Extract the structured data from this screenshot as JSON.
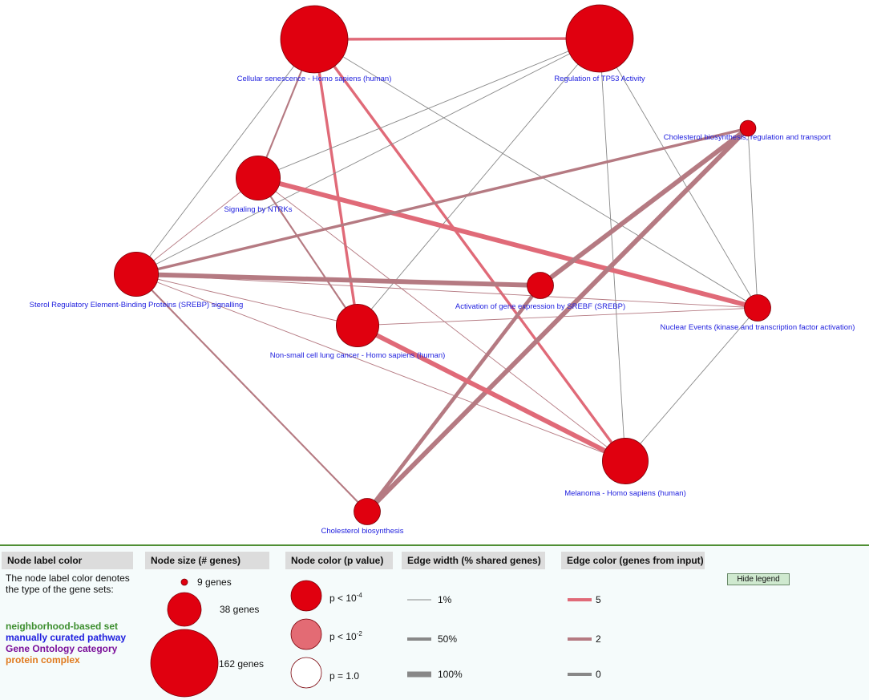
{
  "colors": {
    "node_fill": "#e0000f",
    "node_stroke": "#7a0008",
    "label_text": "#1d1dde",
    "edge_strong": "#e06a78",
    "edge_medium": "#b57a82",
    "edge_weak": "#888888",
    "legend_bg": "#f5fbfb",
    "divider": "#4f8f34"
  },
  "graph": {
    "nodes": [
      {
        "id": "cellular-senescence",
        "label": "Cellular senescence - Homo sapiens (human)",
        "genes": 162
      },
      {
        "id": "tp53",
        "label": "Regulation of TP53 Activity",
        "genes": 162
      },
      {
        "id": "cholesterol-regulation",
        "label": "Cholesterol biosynthesis, regulation and transport",
        "genes": 9
      },
      {
        "id": "ntrks",
        "label": "Signaling by NTRKs",
        "genes": 70
      },
      {
        "id": "srebp",
        "label": "Sterol Regulatory Element-Binding Proteins (SREBP) signalling",
        "genes": 70
      },
      {
        "id": "srebf",
        "label": "Activation of gene expression by SREBF (SREBP)",
        "genes": 25
      },
      {
        "id": "nsclc",
        "label": "Non-small cell lung cancer - Homo sapiens (human)",
        "genes": 65
      },
      {
        "id": "nuclear-events",
        "label": "Nuclear Events (kinase and transcription factor activation)",
        "genes": 25
      },
      {
        "id": "melanoma",
        "label": "Melanoma - Homo sapiens (human)",
        "genes": 75
      },
      {
        "id": "cholesterol-biosynthesis",
        "label": "Cholesterol biosynthesis",
        "genes": 25
      }
    ],
    "edges": [
      {
        "source": "cellular-senescence",
        "target": "tp53",
        "weight": 3,
        "input_genes": 5
      },
      {
        "source": "cellular-senescence",
        "target": "ntrks",
        "weight": 2,
        "input_genes": 2
      },
      {
        "source": "cellular-senescence",
        "target": "srebp",
        "weight": 1,
        "input_genes": 0
      },
      {
        "source": "cellular-senescence",
        "target": "nsclc",
        "weight": 3,
        "input_genes": 5
      },
      {
        "source": "cellular-senescence",
        "target": "melanoma",
        "weight": 3,
        "input_genes": 5
      },
      {
        "source": "cellular-senescence",
        "target": "nuclear-events",
        "weight": 1,
        "input_genes": 0
      },
      {
        "source": "tp53",
        "target": "ntrks",
        "weight": 1,
        "input_genes": 0
      },
      {
        "source": "tp53",
        "target": "srebp",
        "weight": 1,
        "input_genes": 0
      },
      {
        "source": "tp53",
        "target": "nsclc",
        "weight": 1,
        "input_genes": 0
      },
      {
        "source": "tp53",
        "target": "melanoma",
        "weight": 1,
        "input_genes": 0
      },
      {
        "source": "tp53",
        "target": "nuclear-events",
        "weight": 1,
        "input_genes": 0
      },
      {
        "source": "ntrks",
        "target": "nuclear-events",
        "weight": 5,
        "input_genes": 5
      },
      {
        "source": "ntrks",
        "target": "nsclc",
        "weight": 2,
        "input_genes": 2
      },
      {
        "source": "ntrks",
        "target": "srebp",
        "weight": 1,
        "input_genes": 2
      },
      {
        "source": "ntrks",
        "target": "melanoma",
        "weight": 1,
        "input_genes": 2
      },
      {
        "source": "srebp",
        "target": "cholesterol-regulation",
        "weight": 3,
        "input_genes": 2
      },
      {
        "source": "srebp",
        "target": "srebf",
        "weight": 5,
        "input_genes": 2
      },
      {
        "source": "srebp",
        "target": "nsclc",
        "weight": 1,
        "input_genes": 2
      },
      {
        "source": "srebp",
        "target": "nuclear-events",
        "weight": 1,
        "input_genes": 2
      },
      {
        "source": "srebp",
        "target": "melanoma",
        "weight": 1,
        "input_genes": 2
      },
      {
        "source": "srebp",
        "target": "cholesterol-biosynthesis",
        "weight": 2,
        "input_genes": 2
      },
      {
        "source": "cholesterol-regulation",
        "target": "srebf",
        "weight": 5,
        "input_genes": 2
      },
      {
        "source": "cholesterol-regulation",
        "target": "cholesterol-biosynthesis",
        "weight": 5,
        "input_genes": 2
      },
      {
        "source": "cholesterol-regulation",
        "target": "nuclear-events",
        "weight": 1,
        "input_genes": 0
      },
      {
        "source": "srebf",
        "target": "cholesterol-biosynthesis",
        "weight": 4,
        "input_genes": 2
      },
      {
        "source": "nsclc",
        "target": "melanoma",
        "weight": 5,
        "input_genes": 5
      },
      {
        "source": "nsclc",
        "target": "nuclear-events",
        "weight": 1,
        "input_genes": 2
      },
      {
        "source": "nuclear-events",
        "target": "melanoma",
        "weight": 1,
        "input_genes": 0
      }
    ]
  },
  "legend": {
    "label_color": {
      "header": "Node label color",
      "description": "The node label color denotes the type of the gene sets:",
      "types": [
        {
          "name": "neighborhood-based set",
          "color": "#3c8e2e"
        },
        {
          "name": "manually curated pathway",
          "color": "#1d1dde"
        },
        {
          "name": "Gene Ontology category",
          "color": "#7a0f9a"
        },
        {
          "name": "protein complex",
          "color": "#e07a1e"
        }
      ]
    },
    "node_size": {
      "header": "Node size (# genes)",
      "items": [
        {
          "label": "9 genes",
          "genes": 9
        },
        {
          "label": "38 genes",
          "genes": 38
        },
        {
          "label": "162 genes",
          "genes": 162
        }
      ]
    },
    "node_color": {
      "header": "Node color (p value)",
      "items": [
        {
          "base": "p < 10",
          "exp": "-4",
          "fill": "#e0000f"
        },
        {
          "base": "p < 10",
          "exp": "-2",
          "fill": "#e36b74"
        },
        {
          "base": "p = 1.0",
          "exp": "",
          "fill": "#ffffff"
        }
      ]
    },
    "edge_width": {
      "header": "Edge width (% shared genes)",
      "items": [
        {
          "label": "1%",
          "percent": 1
        },
        {
          "label": "50%",
          "percent": 50
        },
        {
          "label": "100%",
          "percent": 100
        }
      ]
    },
    "edge_color": {
      "header": "Edge color (genes from input)",
      "items": [
        {
          "label": "5",
          "input_genes": 5
        },
        {
          "label": "2",
          "input_genes": 2
        },
        {
          "label": "0",
          "input_genes": 0
        }
      ]
    },
    "hide_button": "Hide legend"
  }
}
